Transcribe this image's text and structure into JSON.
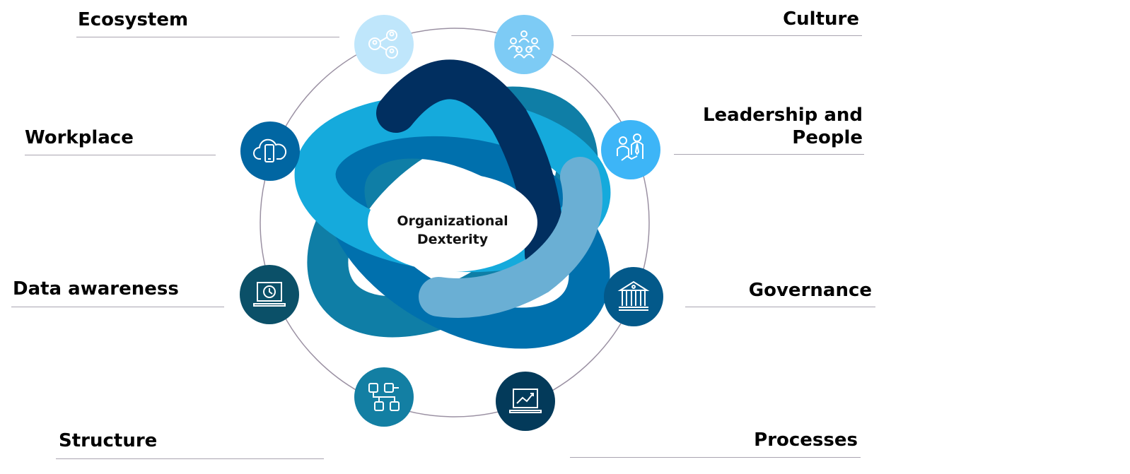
{
  "title": "Organizational Dexterity",
  "center": {
    "line1": "Organizational",
    "line2": "Dexterity"
  },
  "dimensions": [
    {
      "id": "ecosystem",
      "label": "Ecosystem",
      "icon": "network-people-icon",
      "color": "#bfe6fb"
    },
    {
      "id": "culture",
      "label": "Culture",
      "icon": "group-people-icon",
      "color": "#7dcbf5"
    },
    {
      "id": "leadership",
      "label_line1": "Leadership and",
      "label_line2": "People",
      "icon": "handshake-people-icon",
      "color": "#3db5f7"
    },
    {
      "id": "governance",
      "label": "Governance",
      "icon": "institution-building-icon",
      "color": "#03598a"
    },
    {
      "id": "processes",
      "label": "Processes",
      "icon": "laptop-chart-icon",
      "color": "#033a5a"
    },
    {
      "id": "structure",
      "label": "Structure",
      "icon": "org-chart-icon",
      "color": "#137fa3"
    },
    {
      "id": "data",
      "label": "Data awareness",
      "icon": "laptop-clock-icon",
      "color": "#0b5068"
    },
    {
      "id": "workplace",
      "label": "Workplace",
      "icon": "cloud-phone-icon",
      "color": "#0166a2"
    }
  ]
}
